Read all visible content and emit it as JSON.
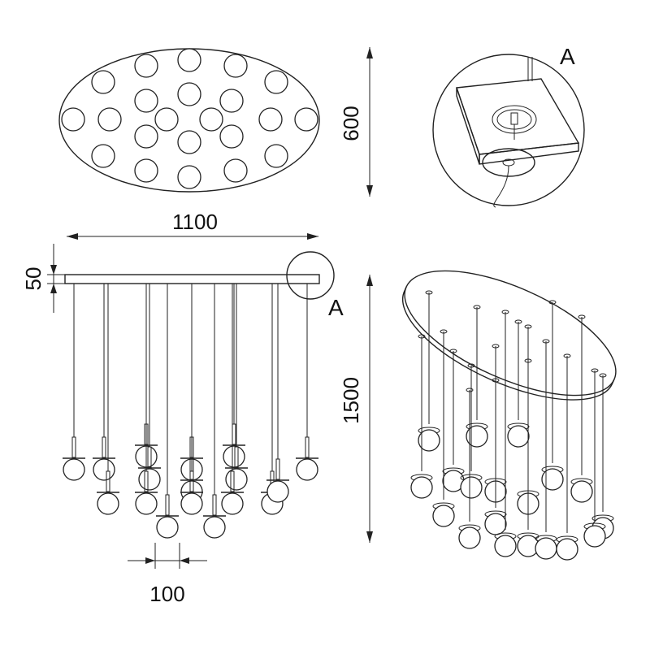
{
  "dimensions": {
    "width": "1100",
    "depth": "600",
    "canopy_thickness": "50",
    "height": "1500",
    "ball_spacing": "100"
  },
  "labels": {
    "detail_callout": "A",
    "detail_title": "A"
  },
  "colors": {
    "line": "#222222",
    "background": "#ffffff"
  }
}
